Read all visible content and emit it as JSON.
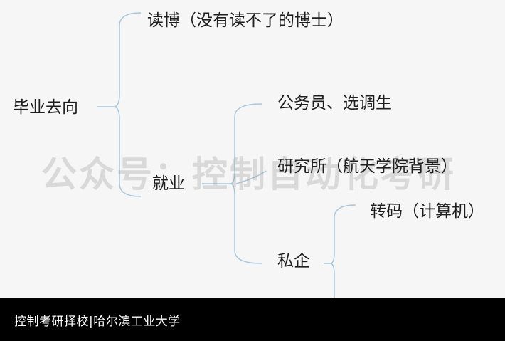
{
  "mindmap": {
    "root": "毕业去向",
    "branches": [
      {
        "label": "读博（没有读不了的博士）"
      },
      {
        "label": "就业",
        "children": [
          {
            "label": "公务员、选调生"
          },
          {
            "label": "研究所（航天学院背景）"
          },
          {
            "label": "私企",
            "children": [
              {
                "label": "转码（计算机）"
              }
            ]
          }
        ]
      }
    ]
  },
  "watermark": "公众号：控制自动化考研",
  "footer": {
    "text": "控制考研择校|哈尔滨工业大学"
  },
  "colors": {
    "connector": "#a9c7dc",
    "background": "#f6f6f6",
    "footer_bg": "#000000",
    "footer_text": "#ffffff"
  }
}
